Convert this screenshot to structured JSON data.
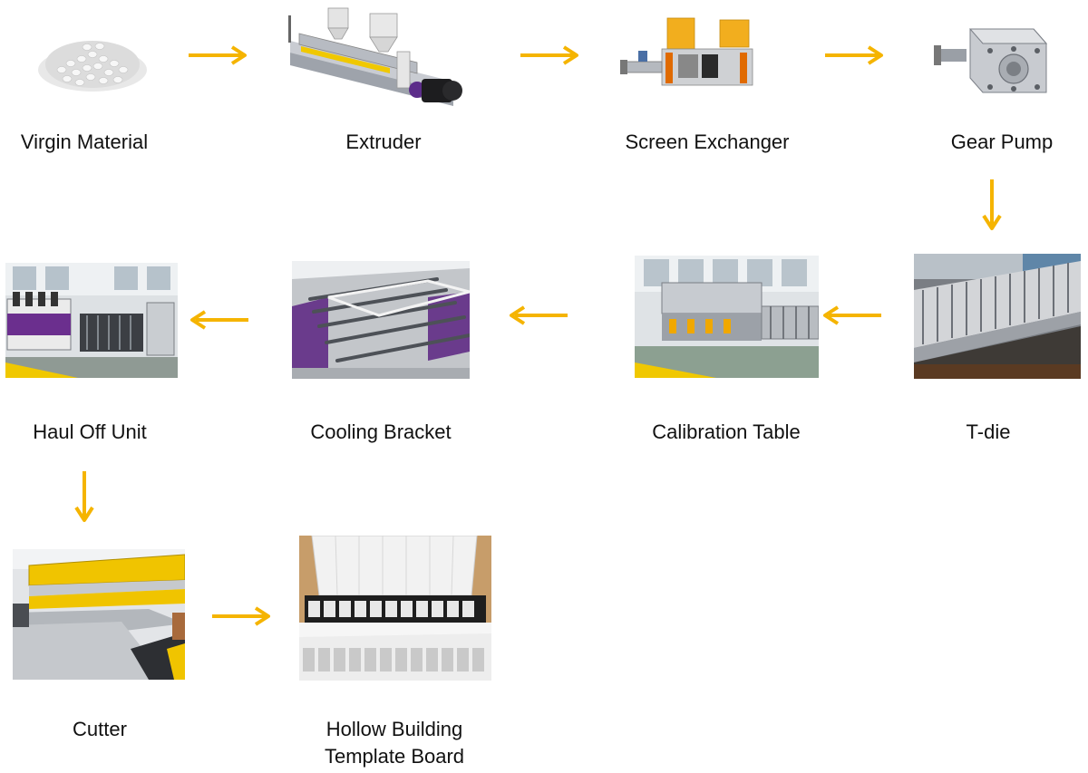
{
  "diagram": {
    "title": "",
    "accent_color": "#f5b400",
    "steps": [
      {
        "id": "virgin-material",
        "label": "Virgin Material",
        "picture": "plastic-pellets"
      },
      {
        "id": "extruder",
        "label": "Extruder",
        "picture": "extruder-machine"
      },
      {
        "id": "screen-exchanger",
        "label": "Screen Exchanger",
        "picture": "screen-exchanger-machine"
      },
      {
        "id": "gear-pump",
        "label": "Gear Pump",
        "picture": "gear-pump"
      },
      {
        "id": "t-die",
        "label": "T-die",
        "picture": "t-die"
      },
      {
        "id": "calibration-table",
        "label": "Calibration Table",
        "picture": "calibration-table"
      },
      {
        "id": "cooling-bracket",
        "label": "Cooling Bracket",
        "picture": "cooling-bracket"
      },
      {
        "id": "haul-off-unit",
        "label": "Haul Off Unit",
        "picture": "haul-off-unit"
      },
      {
        "id": "cutter",
        "label": "Cutter",
        "picture": "cutter"
      },
      {
        "id": "hollow-building-template-board",
        "label_lines": [
          "Hollow Building",
          "Template Board"
        ],
        "picture": "hollow-board"
      }
    ],
    "flow": [
      [
        "virgin-material",
        "extruder"
      ],
      [
        "extruder",
        "screen-exchanger"
      ],
      [
        "screen-exchanger",
        "gear-pump"
      ],
      [
        "gear-pump",
        "t-die"
      ],
      [
        "t-die",
        "calibration-table"
      ],
      [
        "calibration-table",
        "cooling-bracket"
      ],
      [
        "cooling-bracket",
        "haul-off-unit"
      ],
      [
        "haul-off-unit",
        "cutter"
      ],
      [
        "cutter",
        "hollow-building-template-board"
      ]
    ]
  }
}
